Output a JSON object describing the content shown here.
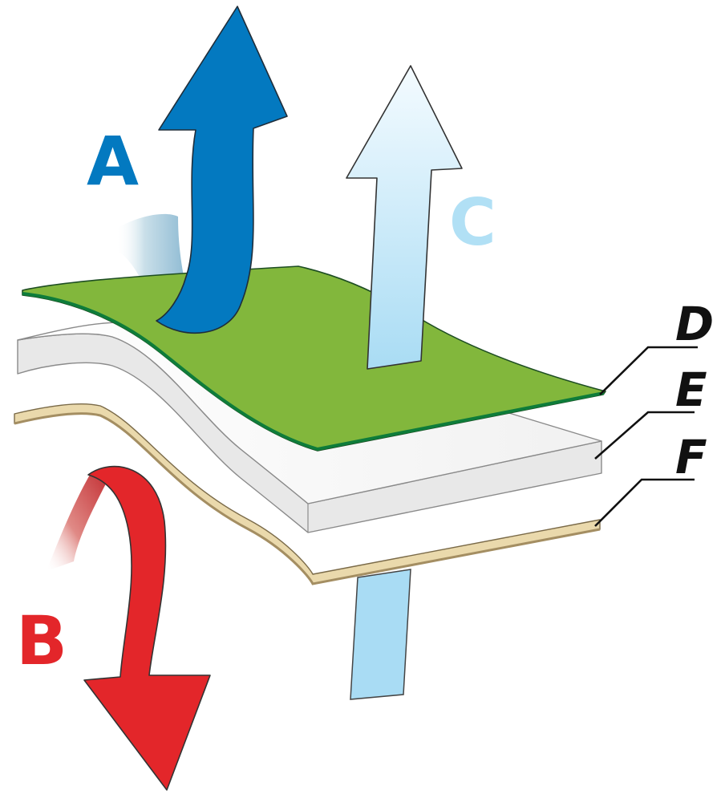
{
  "labels": {
    "a": "A",
    "b": "B",
    "c": "C",
    "d": "D",
    "e": "E",
    "f": "F"
  },
  "colors": {
    "arrow_a": "#0379c0",
    "arrow_b": "#e3262a",
    "arrow_c": "#b1e0f5",
    "layer_d": "#82b73c",
    "layer_d_edge": "#0e7c3a",
    "layer_e": "#f4f4f4",
    "layer_e_edge": "#d8d8d8",
    "layer_f": "#ead9ac",
    "layer_f_edge": "#a48e62",
    "leader": "#111111"
  },
  "icons": {
    "arrow_a": "curved-up-arrow-icon",
    "arrow_b": "curved-down-arrow-icon",
    "arrow_c": "straight-up-arrow-icon"
  }
}
